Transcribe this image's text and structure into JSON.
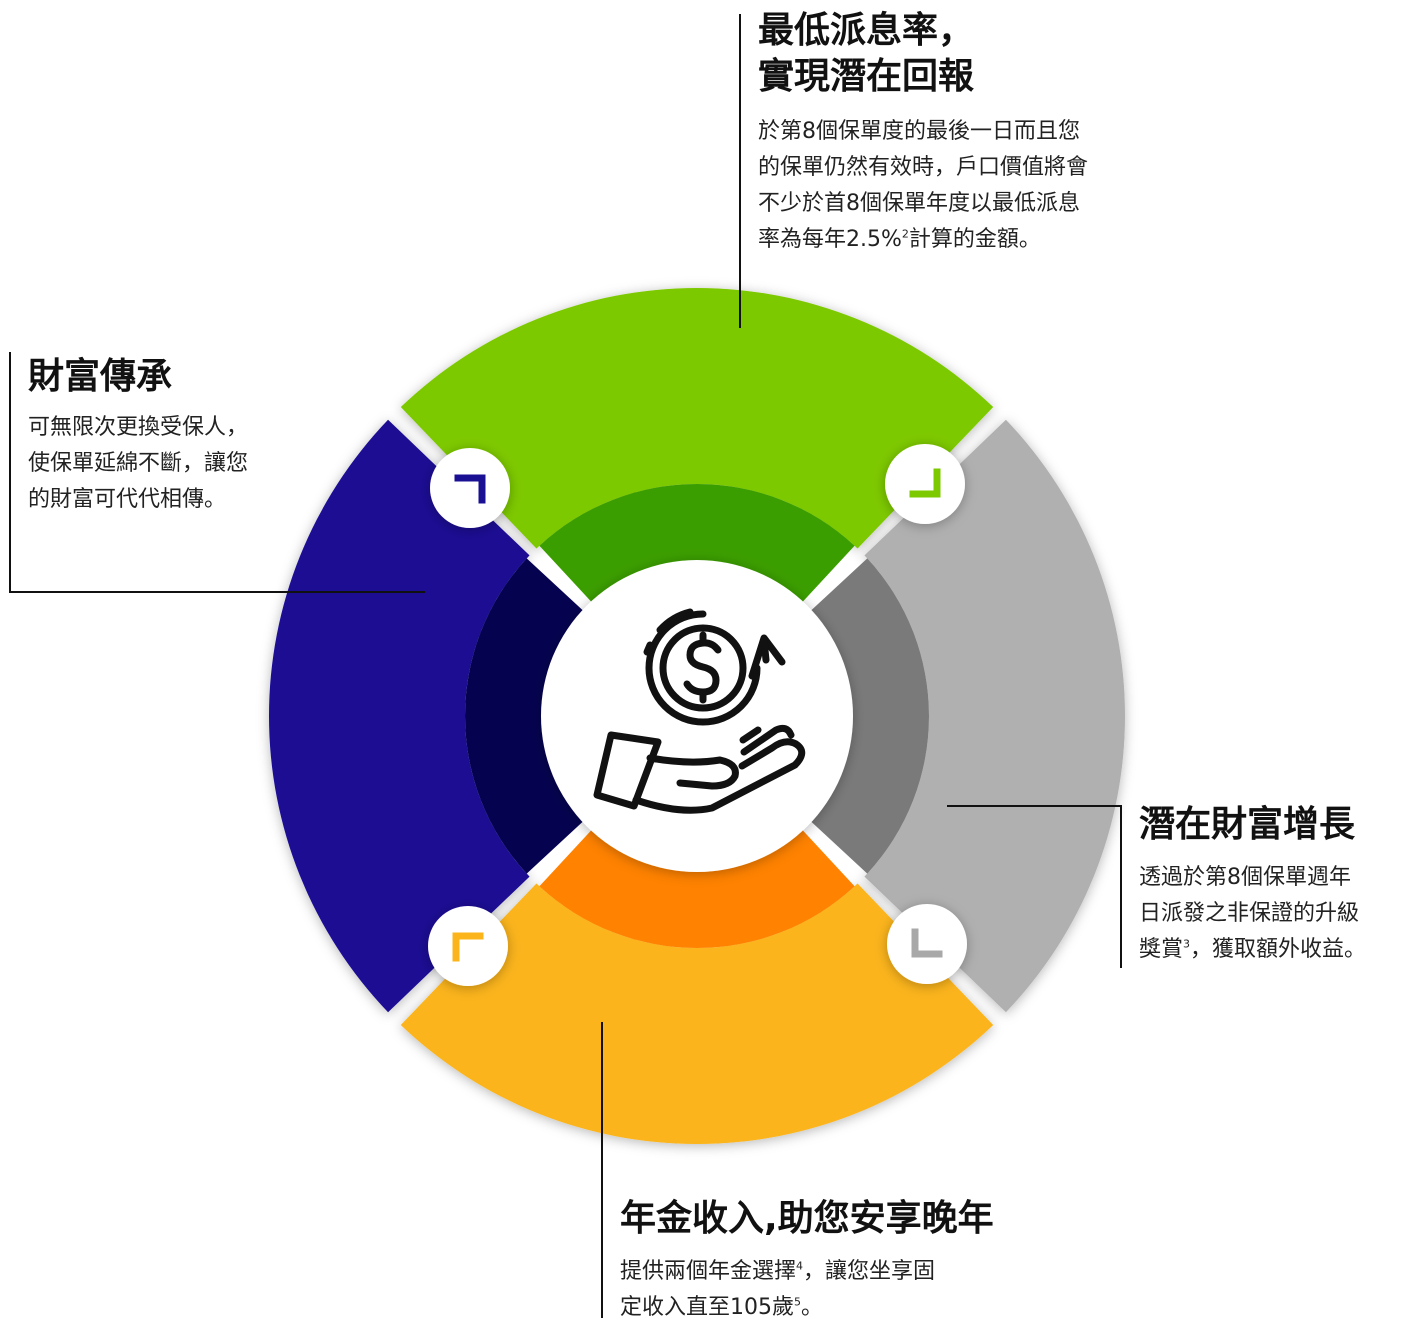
{
  "segments": [
    {
      "id": "top",
      "title": "最低派息率，\n實現潛在回報",
      "description": [
        "於第8個保單度的最後一日而且您\n的保單仍然有效時，戶口價值將會\n不少於首8個保單年度以最低派息\n率為每年2.5%",
        "2",
        "計算的金額。"
      ],
      "outer_color": "#7dc900",
      "inner_color": "#3b9e00",
      "corner_icon_color": "#7dc900"
    },
    {
      "id": "left",
      "title": "財富傳承",
      "description": [
        "可無限次更換受保人，\n使保單延綿不斷，讓您\n的財富可代代相傳。",
        "",
        ""
      ],
      "outer_color": "#1a1093",
      "inner_color": "#050350",
      "corner_icon_color": "#1a1093"
    },
    {
      "id": "right",
      "title": "潛在財富增長",
      "description": [
        "透過於第8個保單週年\n日派發之非保證的升級\n獎賞",
        "3",
        "，獲取額外收益。"
      ],
      "outer_color": "#b0b0b0",
      "inner_color": "#7a7a7a",
      "corner_icon_color": "#a8a8a8"
    },
    {
      "id": "bottom",
      "title": "年金收入,助您安享晚年",
      "description": [
        "提供兩個年金選擇",
        "4",
        "，讓您坐享固\n定收入直至105歲",
        "5",
        "。"
      ],
      "outer_color": "#fbb41a",
      "inner_color": "#ff8200",
      "corner_icon_color": "#fbb41a"
    }
  ],
  "center_icon": "hand-with-dollar-coin-growth-icon",
  "center_color": "#ffffff",
  "line_color": "#111111"
}
